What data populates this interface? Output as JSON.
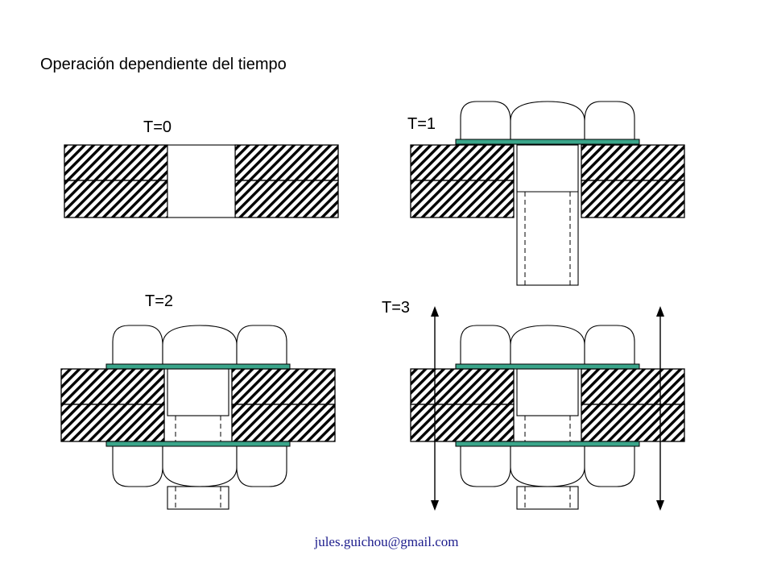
{
  "title": "Operación dependiente del tiempo",
  "stages": [
    {
      "label": "T=0"
    },
    {
      "label": "T=1"
    },
    {
      "label": "T=2"
    },
    {
      "label": "T=3"
    }
  ],
  "footer": "jules.guichou@gmail.com",
  "colors": {
    "washer": "#3aa58a",
    "footer": "#1c1c8c",
    "line": "#000000"
  }
}
